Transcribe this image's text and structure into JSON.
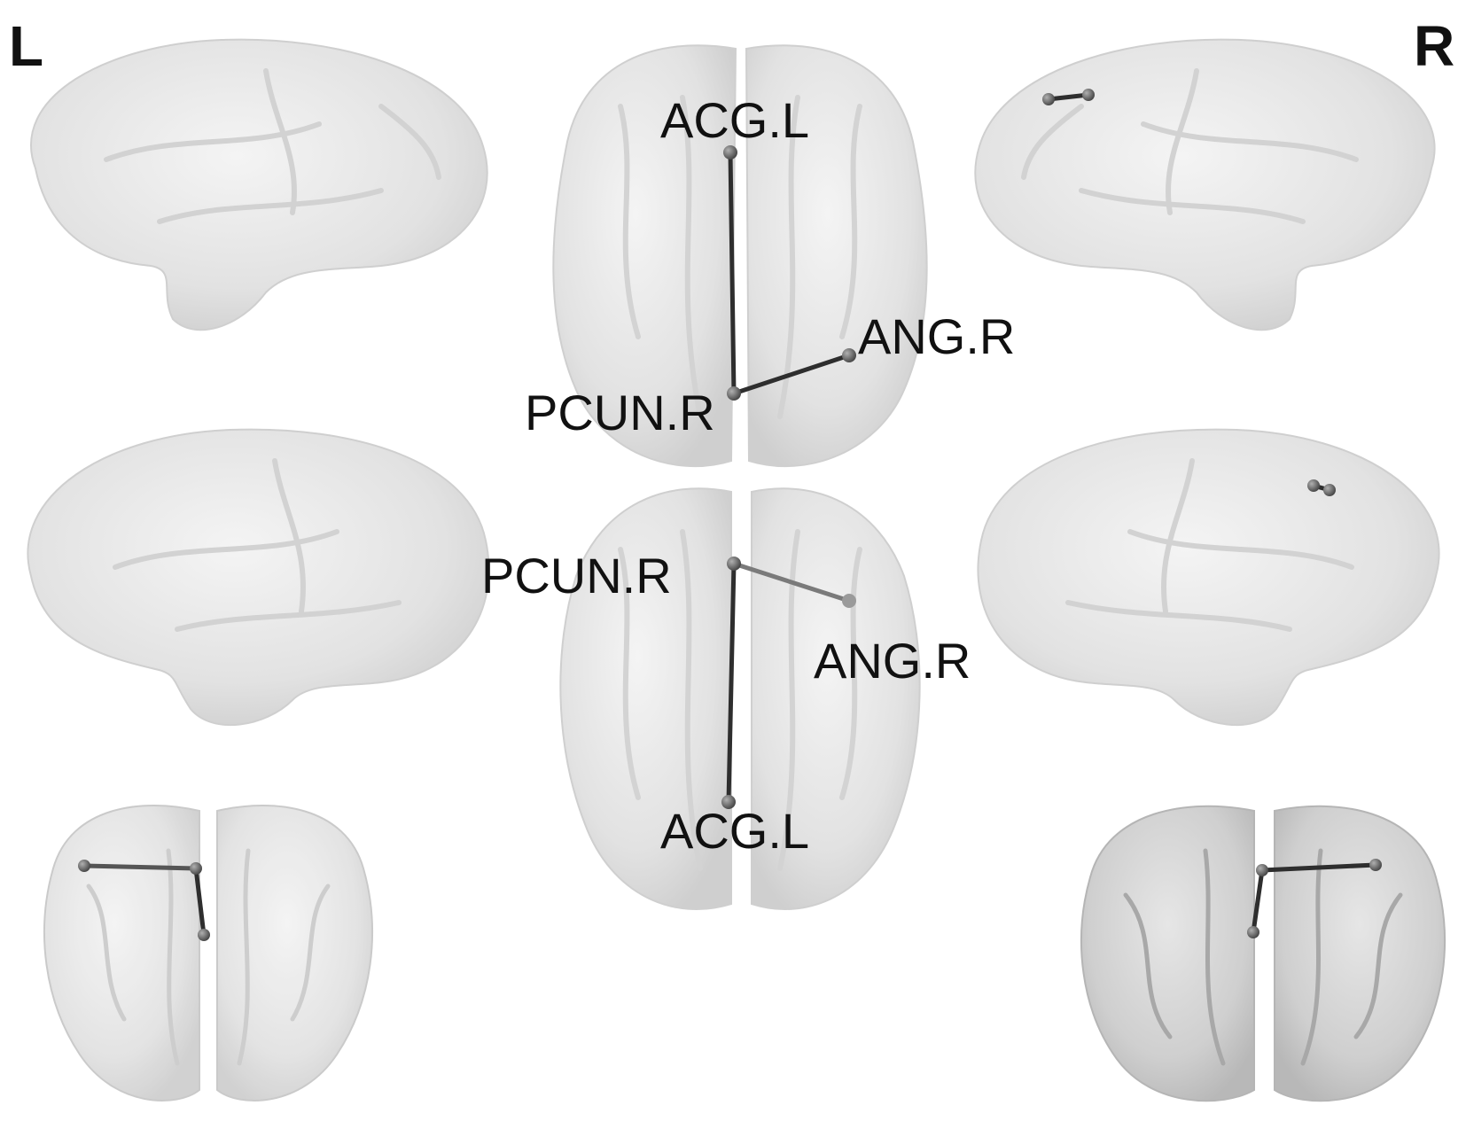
{
  "figure": {
    "hemisphere_left": "L",
    "hemisphere_right": "R"
  },
  "regions": {
    "acg_l": "ACG.L",
    "pcun_r": "PCUN.R",
    "ang_r": "ANG.R"
  },
  "connections": [
    {
      "from": "ACG.L",
      "to": "PCUN.R"
    },
    {
      "from": "PCUN.R",
      "to": "ANG.R"
    }
  ],
  "views": [
    "left-lateral",
    "dorsal",
    "right-lateral",
    "left-medial",
    "ventral",
    "right-medial",
    "anterior",
    "posterior"
  ],
  "colors": {
    "brain_fill": "#e4e4e4",
    "brain_shadow": "#c9c9c9",
    "edge": "#2e2e2e",
    "node": "#6a6a6a",
    "text": "#111111"
  }
}
